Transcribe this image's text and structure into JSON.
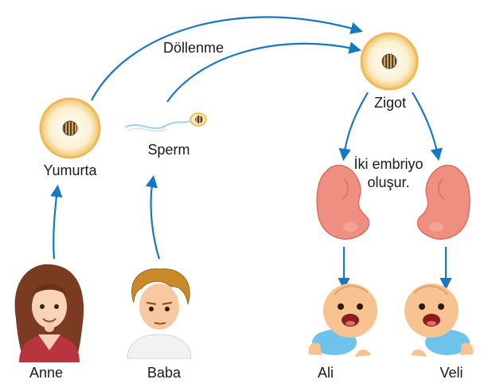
{
  "diagram": {
    "parents": [
      {
        "id": "anne",
        "label": "Anne"
      },
      {
        "id": "baba",
        "label": "Baba"
      }
    ],
    "cells": {
      "egg": "Yumurta",
      "sperm": "Sperm",
      "zygote": "Zigot"
    },
    "process": "Döllenme",
    "note_line1": "İki embriyo",
    "note_line2": "oluşur.",
    "children": [
      {
        "id": "ali",
        "label": "Ali"
      },
      {
        "id": "veli",
        "label": "Veli"
      }
    ]
  },
  "colors": {
    "arrow": "#1478c3",
    "cell_ring": "#f6c56d",
    "cell_fill": "#fbf3d6",
    "nucleus": "#8a6a3c",
    "embryo": "#ef8f82",
    "baby_skin": "#f8c391",
    "diaper": "#6ec3ec",
    "sweater": "#b8343e",
    "hair_girl": "#7a3b22",
    "hair_boy": "#c98a2a"
  }
}
